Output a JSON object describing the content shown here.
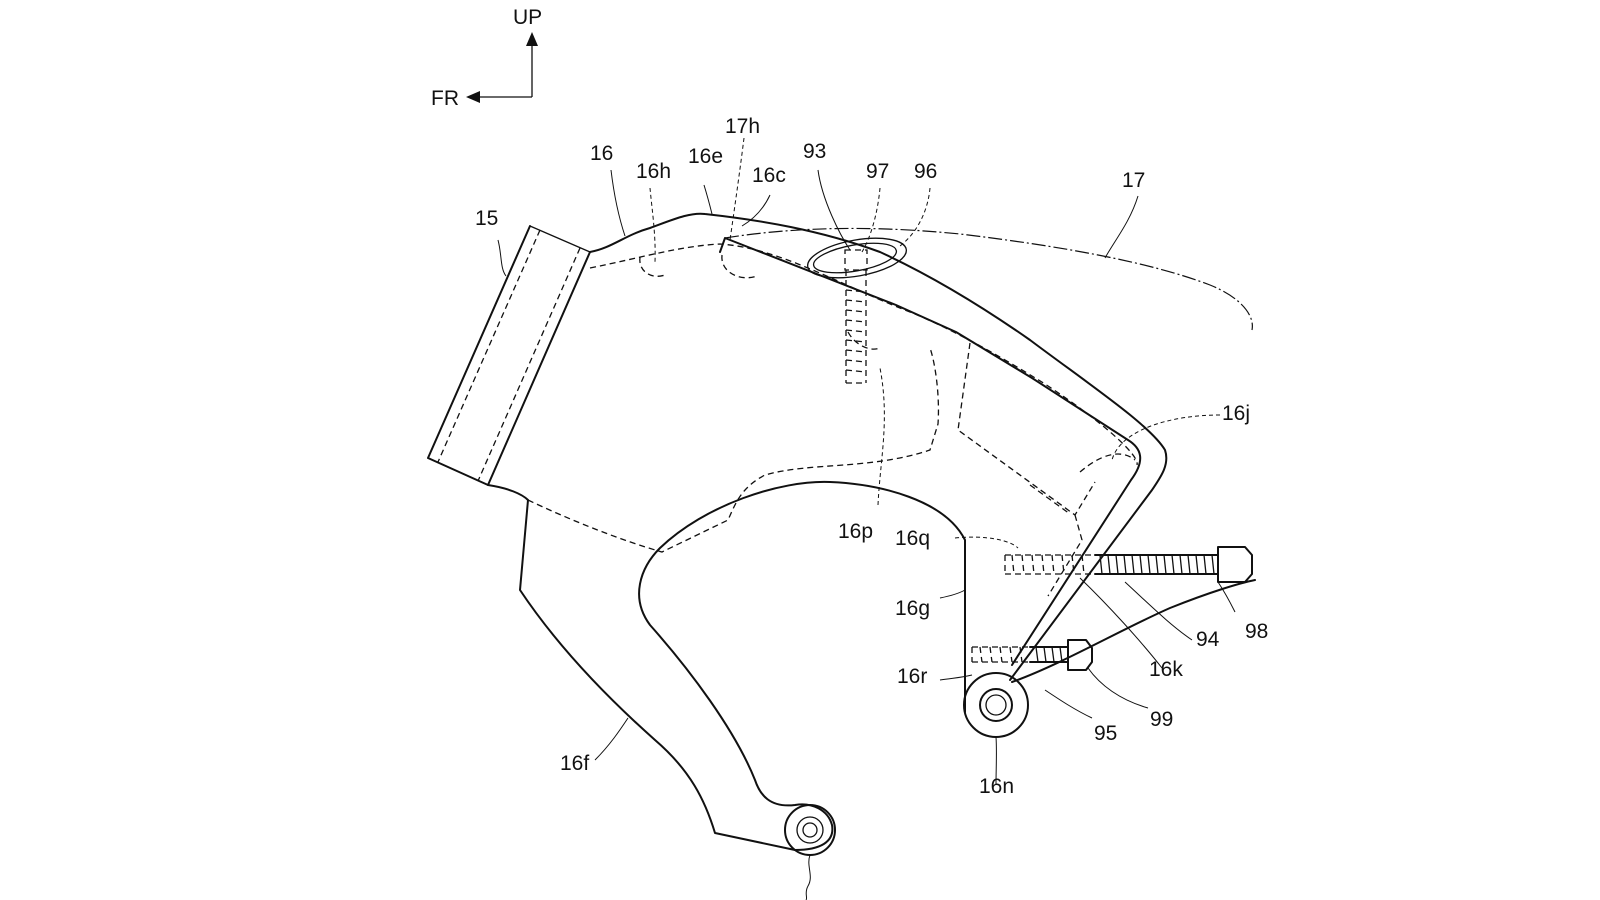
{
  "orientation": {
    "up": "UP",
    "front": "FR"
  },
  "labels": {
    "l15": "15",
    "l16": "16",
    "l16h": "16h",
    "l16e": "16e",
    "l17h": "17h",
    "l16c": "16c",
    "l93": "93",
    "l97": "97",
    "l96": "96",
    "l17": "17",
    "l16j": "16j",
    "l16p": "16p",
    "l16q": "16q",
    "l16g": "16g",
    "l16r": "16r",
    "l16n": "16n",
    "l16f": "16f",
    "l16k": "16k",
    "l94": "94",
    "l98": "98",
    "l95": "95",
    "l99": "99"
  }
}
